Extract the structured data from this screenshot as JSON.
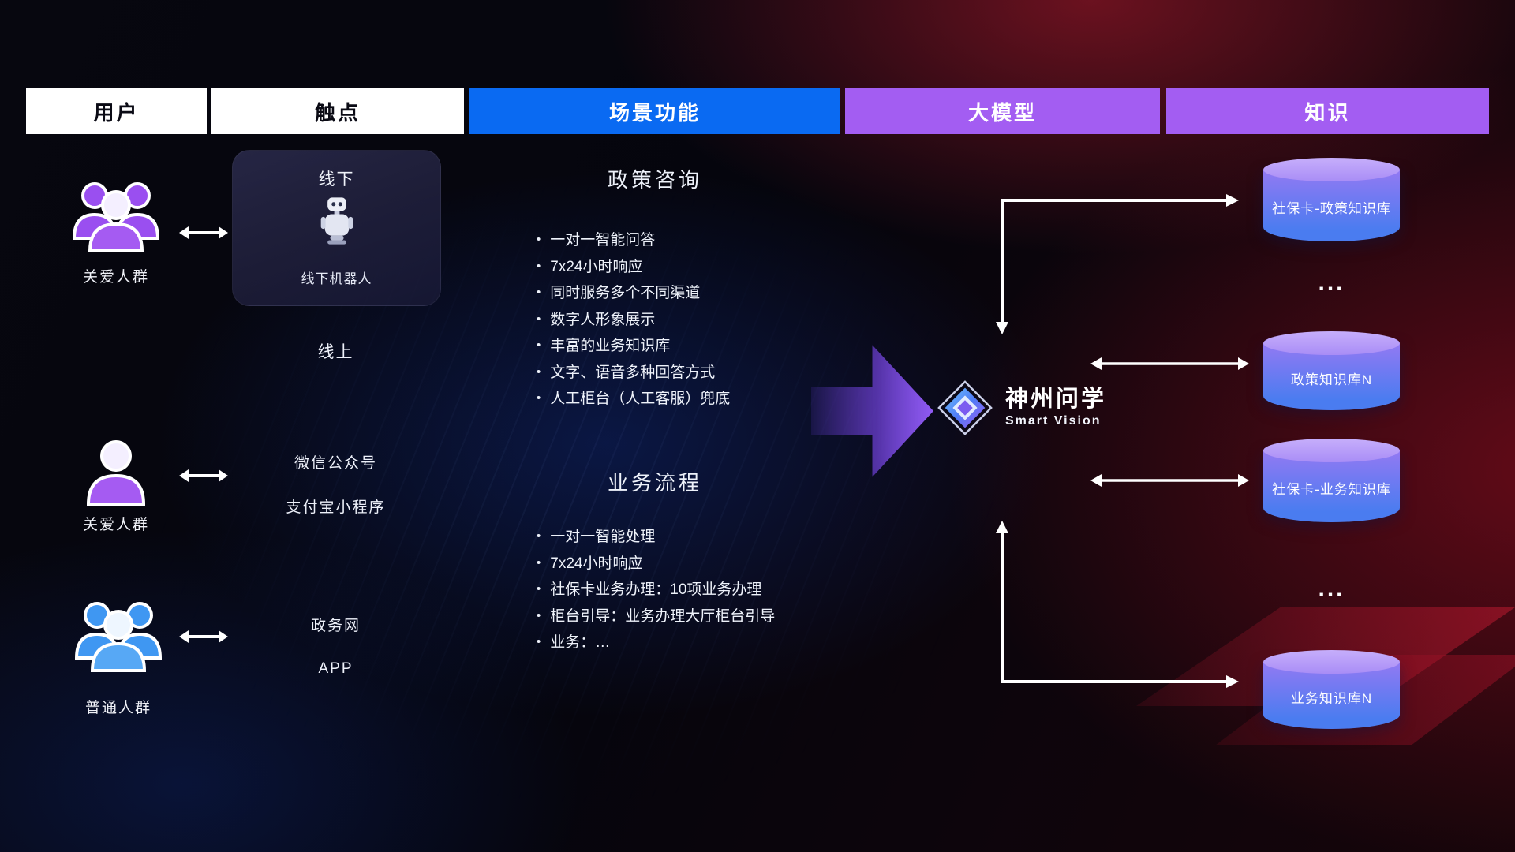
{
  "header": {
    "columns": [
      {
        "label": "用户"
      },
      {
        "label": "触点"
      },
      {
        "label": "场景功能"
      },
      {
        "label": "大模型"
      },
      {
        "label": "知识"
      }
    ]
  },
  "users": [
    {
      "label": "关爱人群",
      "icon": "people-group-icon"
    },
    {
      "label": "关爱人群",
      "icon": "person-icon"
    },
    {
      "label": "普通人群",
      "icon": "people-group-icon"
    }
  ],
  "touchpoints": {
    "offline": {
      "title": "线下",
      "icon": "robot-icon",
      "caption": "线下机器人"
    },
    "online_label": "线上",
    "channels": [
      "微信公众号",
      "支付宝小程序",
      "政务网",
      "APP"
    ]
  },
  "scenarios": [
    {
      "title": "政策咨询",
      "bullets": [
        "一对一智能问答",
        "7x24小时响应",
        "同时服务多个不同渠道",
        "数字人形象展示",
        "丰富的业务知识库",
        "文字、语音多种回答方式",
        "人工柜台（人工客服）兜底"
      ]
    },
    {
      "title": "业务流程",
      "bullets": [
        "一对一智能处理",
        "7x24小时响应",
        "社保卡业务办理：10项业务办理",
        "柜台引导：业务办理大厅柜台引导",
        "业务：…"
      ]
    }
  ],
  "model": {
    "name": "神州问学",
    "subtitle": "Smart Vision",
    "icon": "diamond-logo-icon"
  },
  "knowledge": {
    "items": [
      {
        "label": "社保卡-政策知识库"
      },
      {
        "label": "..."
      },
      {
        "label": "政策知识库N"
      },
      {
        "label": "社保卡-业务知识库"
      },
      {
        "label": "..."
      },
      {
        "label": "业务知识库N"
      }
    ]
  },
  "colors": {
    "header_blue": "#0a6af2",
    "header_purple": "#a35df2",
    "cylinder_purple": "#9379f3",
    "cylinder_blue": "#4a7cf0",
    "user_purple": "#a55bf2",
    "user_blue": "#57a8f5",
    "arrow_white": "#ffffff"
  }
}
